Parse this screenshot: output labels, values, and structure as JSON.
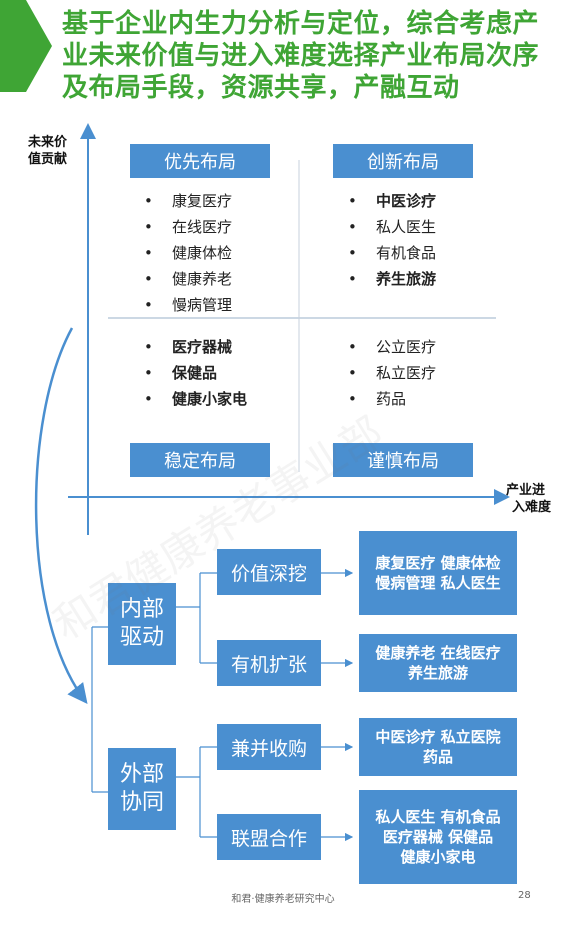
{
  "title": "基于企业内生力分析与定位，综合考虑产业未来价值与进入难度选择产业布局次序及布局手段，资源共享，产融互动",
  "axes": {
    "y_label_line1": "未来价",
    "y_label_line2": "值贡献",
    "x_label_line1": "产业进",
    "x_label_line2": "入难度"
  },
  "quadrants": {
    "top_left": {
      "title": "优先布局",
      "items": [
        {
          "text": "康复医疗",
          "bold": false
        },
        {
          "text": "在线医疗",
          "bold": false
        },
        {
          "text": "健康体检",
          "bold": false
        },
        {
          "text": "健康养老",
          "bold": false
        },
        {
          "text": "慢病管理",
          "bold": false
        }
      ]
    },
    "top_right": {
      "title": "创新布局",
      "items": [
        {
          "text": "中医诊疗",
          "bold": true
        },
        {
          "text": "私人医生",
          "bold": false
        },
        {
          "text": "有机食品",
          "bold": false
        },
        {
          "text": "养生旅游",
          "bold": true
        }
      ]
    },
    "bottom_left": {
      "title": "稳定布局",
      "items": [
        {
          "text": "医疗器械",
          "bold": true
        },
        {
          "text": "保健品",
          "bold": true
        },
        {
          "text": "健康小家电",
          "bold": true
        }
      ]
    },
    "bottom_right": {
      "title": "谨慎布局",
      "items": [
        {
          "text": "公立医疗",
          "bold": false
        },
        {
          "text": "私立医疗",
          "bold": false
        },
        {
          "text": "药品",
          "bold": false
        }
      ]
    }
  },
  "bullet_char": "•",
  "drivers": [
    {
      "line1": "内部",
      "line2": "驱动"
    },
    {
      "line1": "外部",
      "line2": "协同"
    }
  ],
  "methods": [
    "价值深挖",
    "有机扩张",
    "兼并收购",
    "联盟合作"
  ],
  "results": [
    {
      "lines": [
        "康复医疗 健康体检",
        "慢病管理 私人医生"
      ]
    },
    {
      "lines": [
        "健康养老 在线医疗",
        "养生旅游"
      ]
    },
    {
      "lines": [
        "中医诊疗 私立医院",
        "药品"
      ]
    },
    {
      "lines": [
        "私人医生 有机食品",
        "医疗器械 保健品",
        "健康小家电"
      ]
    }
  ],
  "footer": "和君·健康养老研究中心",
  "page_number": "28",
  "watermark": "和君健康养老事业部",
  "colors": {
    "title_green": "#3fa535",
    "box_blue": "#4a8fd0",
    "axis_blue": "#4a8fd0"
  }
}
